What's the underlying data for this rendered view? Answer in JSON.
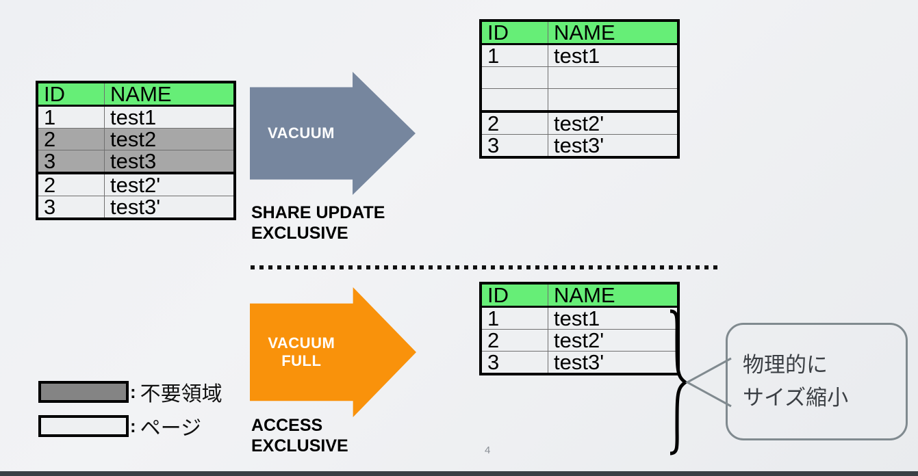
{
  "slide": {
    "page_number": "4"
  },
  "colors": {
    "header_green": "#66ee77",
    "shade_gray": "#a7a7a7",
    "arrow_vacuum": "#76869e",
    "arrow_vacuum_full": "#f9920b",
    "callout_border": "#808a8f"
  },
  "tables": {
    "source": {
      "name": "source-table",
      "columns": [
        "ID",
        "NAME"
      ],
      "rows": [
        {
          "id": "1",
          "name": "test1",
          "shaded": false
        },
        {
          "id": "2",
          "name": "test2",
          "shaded": true
        },
        {
          "id": "3",
          "name": "test3",
          "shaded": true
        },
        {
          "id": "2",
          "name": "test2'",
          "shaded": false
        },
        {
          "id": "3",
          "name": "test3'",
          "shaded": false
        }
      ]
    },
    "after_vacuum": {
      "name": "after-vacuum-table",
      "columns": [
        "ID",
        "NAME"
      ],
      "rows": [
        {
          "id": "1",
          "name": "test1",
          "empty": false
        },
        {
          "id": "",
          "name": "",
          "empty": true
        },
        {
          "id": "",
          "name": "",
          "empty": true
        },
        {
          "id": "2",
          "name": "test2'",
          "empty": false
        },
        {
          "id": "3",
          "name": "test3'",
          "empty": false
        }
      ]
    },
    "after_vacuum_full": {
      "name": "after-vacuum-full-table",
      "columns": [
        "ID",
        "NAME"
      ],
      "rows": [
        {
          "id": "1",
          "name": "test1"
        },
        {
          "id": "2",
          "name": "test2'"
        },
        {
          "id": "3",
          "name": "test3'"
        }
      ]
    }
  },
  "arrows": {
    "vacuum": {
      "caption": "VACUUM",
      "lock_label": "SHARE UPDATE\nEXCLUSIVE"
    },
    "vacuum_full": {
      "caption": "VACUUM\nFULL",
      "lock_label": "ACCESS\nEXCLUSIVE"
    }
  },
  "legend": {
    "items": [
      {
        "swatch": "gray",
        "colon": ":",
        "text": "不要領域"
      },
      {
        "swatch": "white",
        "colon": ":",
        "text": "ページ"
      }
    ]
  },
  "callout": {
    "line1": "物理的に",
    "line2": "サイズ縮小"
  }
}
